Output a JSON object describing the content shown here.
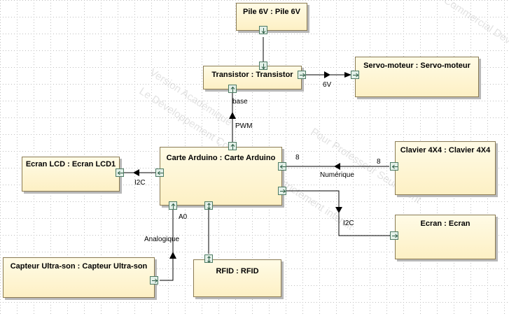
{
  "blocks": {
    "pile": "Pile 6V : Pile 6V",
    "transistor": "Transistor : Transistor",
    "servo": "Servo-moteur : Servo-moteur",
    "arduino": "Carte Arduino : Carte Arduino",
    "lcd": "Ecran LCD : Ecran LCD1",
    "clavier": "Clavier 4X4 : Clavier 4X4",
    "ecran": "Ecran : Ecran",
    "capteur": "Capteur Ultra-son : Capteur Ultra-son",
    "rfid": "RFID : RFID"
  },
  "labels": {
    "six_v": "6V",
    "base": "base",
    "pwm": "PWM",
    "eight_right": "8",
    "eight_left": "8",
    "numerique": "Numérique",
    "i2c_lcd": "I2C",
    "i2c_ecran": "I2C",
    "a0": "A0",
    "analogique": "Analogique"
  },
  "watermark": {
    "line1": "Version Académique",
    "line2": "Le Développement Commercial est strictement interdit",
    "line3": "Pour Professeur Seulement",
    "line4": "Commercial Development is strictly prohibited"
  }
}
